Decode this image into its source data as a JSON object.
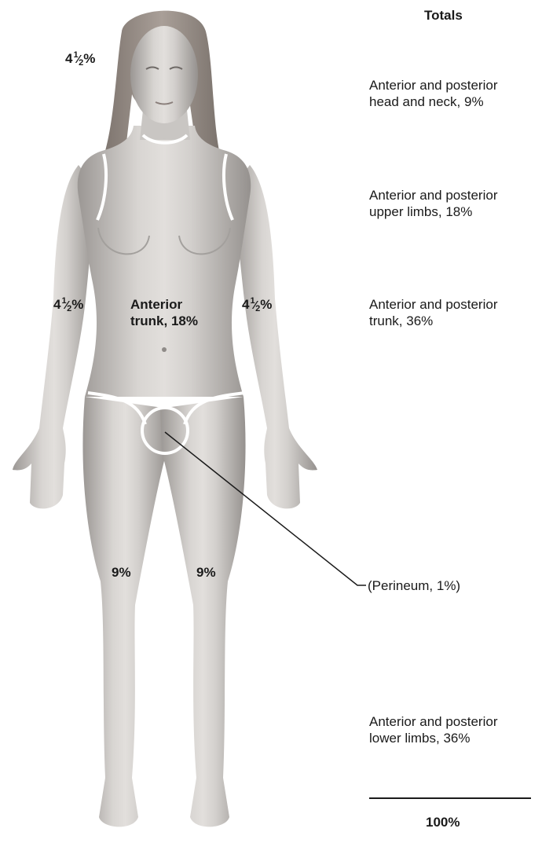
{
  "diagram": {
    "totals_heading": "Totals",
    "regions": {
      "head": {
        "whole": "4",
        "num": "1",
        "den": "2",
        "unit": "%"
      },
      "right_arm": {
        "whole": "4",
        "num": "1",
        "den": "2",
        "unit": "%"
      },
      "left_arm": {
        "whole": "4",
        "num": "1",
        "den": "2",
        "unit": "%"
      },
      "trunk": {
        "line1": "Anterior",
        "line2": "trunk, 18%"
      },
      "right_leg": "9%",
      "left_leg": "9%",
      "perineum": "(Perineum, 1%)"
    },
    "totals": [
      {
        "line1": "Anterior and posterior",
        "line2": "head and neck, 9%"
      },
      {
        "line1": "Anterior and posterior",
        "line2": "upper limbs, 18%"
      },
      {
        "line1": "Anterior and posterior",
        "line2": "trunk, 36%"
      },
      {
        "line1": "Anterior and posterior",
        "line2": "lower limbs, 36%"
      }
    ],
    "grand_total": "100%",
    "colors": {
      "skin_light": "#d9d6d3",
      "skin_mid": "#b4b0ad",
      "skin_dark": "#8f8b88",
      "hair": "#9a8f88",
      "boundary": "#ffffff",
      "text": "#1a1a1a"
    }
  }
}
